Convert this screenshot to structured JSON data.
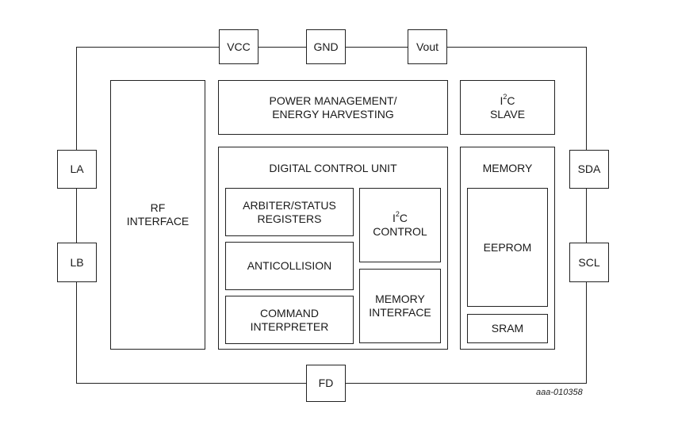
{
  "pins": {
    "vcc": "VCC",
    "gnd": "GND",
    "vout": "Vout",
    "la": "LA",
    "lb": "LB",
    "sda": "SDA",
    "scl": "SCL",
    "fd": "FD"
  },
  "blocks": {
    "rf_interface": {
      "line1": "RF",
      "line2": "INTERFACE"
    },
    "power_management": {
      "line1": "POWER MANAGEMENT/",
      "line2": "ENERGY HARVESTING"
    },
    "i2c_slave": {
      "prefix": "I",
      "sup": "2",
      "suffix": "C",
      "line2": "SLAVE"
    },
    "digital_control_unit": {
      "title": "DIGITAL CONTROL UNIT"
    },
    "arbiter": {
      "line1": "ARBITER/STATUS",
      "line2": "REGISTERS"
    },
    "anticollision": {
      "label": "ANTICOLLISION"
    },
    "command_interpreter": {
      "line1": "COMMAND",
      "line2": "INTERPRETER"
    },
    "i2c_control": {
      "prefix": "I",
      "sup": "2",
      "suffix": "C",
      "line2": "CONTROL"
    },
    "memory_interface": {
      "line1": "MEMORY",
      "line2": "INTERFACE"
    },
    "memory": {
      "title": "MEMORY"
    },
    "eeprom": {
      "label": "EEPROM"
    },
    "sram": {
      "label": "SRAM"
    }
  },
  "reference_code": "aaa-010358"
}
